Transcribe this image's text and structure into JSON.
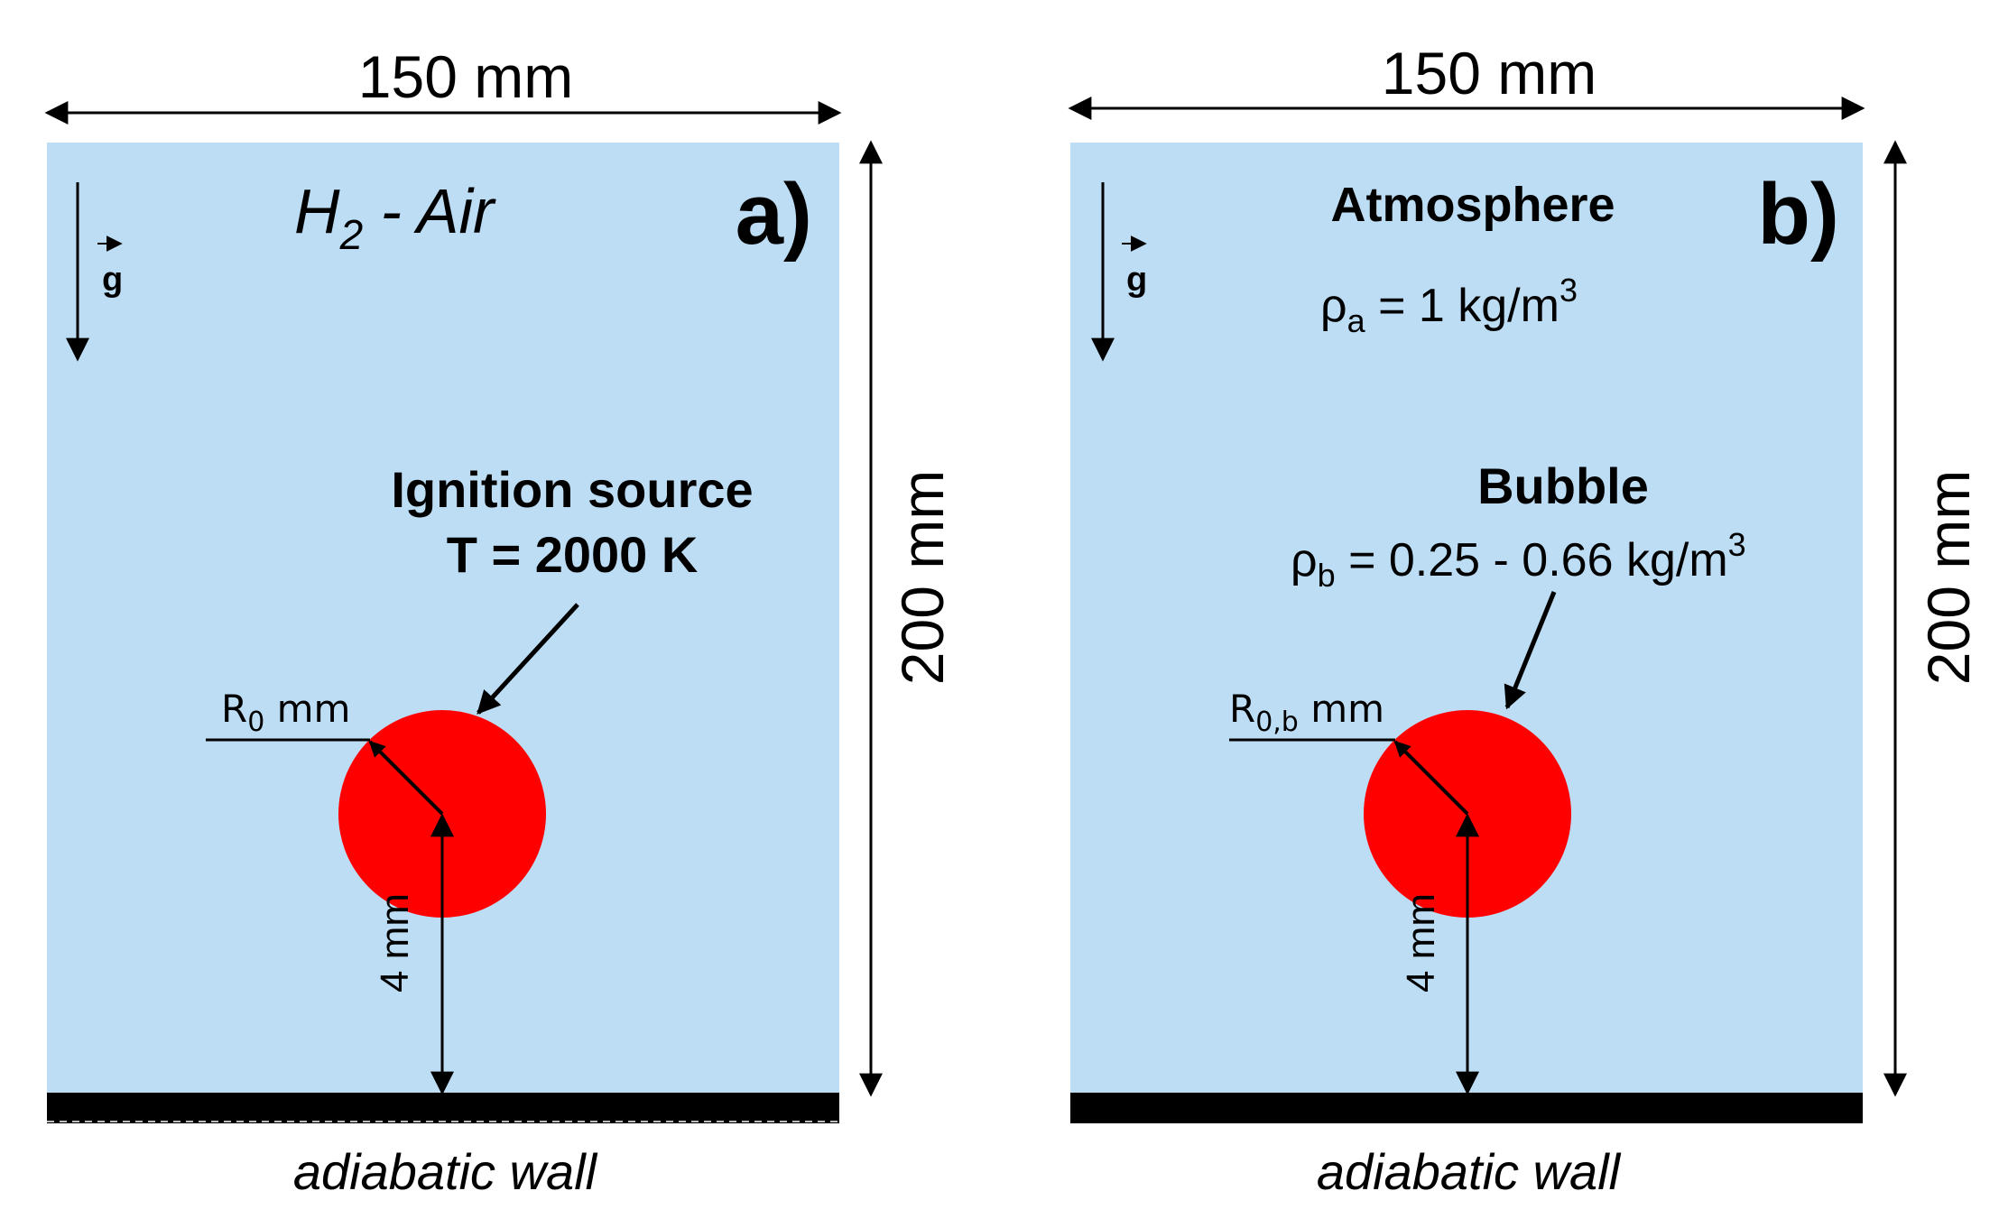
{
  "colors": {
    "domain_fill": "#bdddf4",
    "circle_fill": "#ff0000",
    "wall": "#000000",
    "stroke": "#000000"
  },
  "panels": [
    {
      "id": "a",
      "width_label": "150 mm",
      "height_label": "200 mm",
      "panel_label": "a)",
      "title": {
        "base": "H",
        "sub": "2",
        "rest": " - Air"
      },
      "gravity_label": "g",
      "source_label_line1": "Ignition source",
      "source_label_line2": "T = 2000 K",
      "radius_label": {
        "base": "R",
        "sub": "0",
        "rest": " mm"
      },
      "offset_label": "4 mm",
      "wall_label": "adiabatic wall"
    },
    {
      "id": "b",
      "width_label": "150 mm",
      "height_label": "200 mm",
      "panel_label": "b)",
      "title": "Atmosphere",
      "density_a": {
        "base": "ρ",
        "sub": "a",
        "rest": " = 1 kg/m",
        "sup": "3"
      },
      "gravity_label": "g",
      "bubble_label": "Bubble",
      "density_b": {
        "base": "ρ",
        "sub": "b",
        "rest": " = 0.25 - 0.66 kg/m",
        "sup": "3"
      },
      "radius_label": {
        "base": "R",
        "sub": "0,b",
        "rest": " mm"
      },
      "offset_label": "4 mm",
      "wall_label": "adiabatic wall"
    }
  ]
}
